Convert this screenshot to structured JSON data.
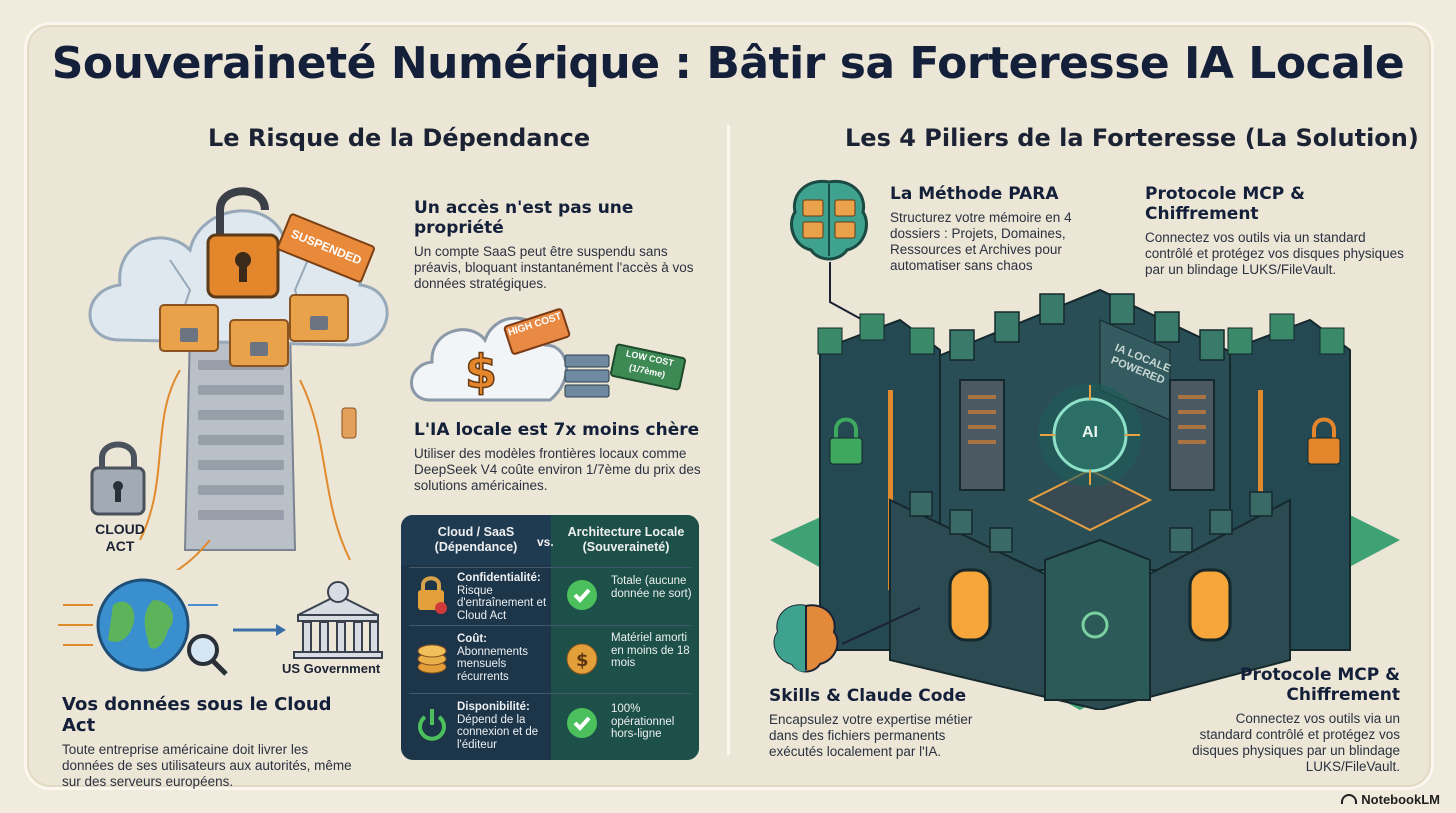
{
  "title": "Souveraineté Numérique : Bâtir sa Forteresse IA Locale",
  "left": {
    "section_title": "Le Risque de la Dépendance",
    "suspended_tag": "SUSPENDED",
    "cloud_act_label": "CLOUD ACT",
    "us_gov_label": "US Government",
    "access": {
      "heading": "Un accès n'est pas une propriété",
      "text": "Un compte SaaS peut être suspendu sans préavis, bloquant instantanément l'accès à vos données stratégiques."
    },
    "high_cost_tag": "HIGH COST",
    "low_cost_tag": "LOW COST (1/7ème)",
    "local_ai": {
      "heading": "L'IA locale est 7x moins chère",
      "text": "Utiliser des modèles frontières locaux comme DeepSeek V4 coûte environ 1/7ème du prix des solutions américaines."
    },
    "cloud_act": {
      "heading": "Vos données sous le Cloud Act",
      "text": "Toute entreprise américaine doit livrer les données de ses utilisateurs aux autorités, même sur des serveurs européens."
    }
  },
  "comparison": {
    "col_left": "Cloud / SaaS (Dépendance)",
    "vs": "vs.",
    "col_right": "Architecture Locale (Souveraineté)",
    "rows": [
      {
        "label": "Confidentialité:",
        "left": "Risque d'entraînement et Cloud Act",
        "right": "Totale (aucune donnée ne sort)"
      },
      {
        "label": "Coût:",
        "left": "Abonnements mensuels récurrents",
        "right": "Matériel amorti en moins de 18 mois"
      },
      {
        "label": "Disponibilité:",
        "left": "Dépend de la connexion et de l'éditeur",
        "right": "100% opérationnel hors-ligne"
      }
    ]
  },
  "right": {
    "section_title": "Les 4 Piliers de la Forteresse (La Solution)",
    "para": {
      "heading": "La Méthode PARA",
      "text": "Structurez votre mémoire en 4 dossiers : Projets, Domaines, Ressources et Archives pour automatiser sans chaos"
    },
    "mcp_top": {
      "heading": "Protocole MCP & Chiffrement",
      "text": "Connectez vos outils via un standard contrôlé et protégez vos disques physiques par un blindage LUKS/FileVault."
    },
    "skills": {
      "heading": "Skills & Claude Code",
      "text": "Encapsulez votre expertise métier dans des fichiers permanents exécutés localement par l'IA."
    },
    "mcp_bottom": {
      "heading": "Protocole MCP & Chiffrement",
      "text": "Connectez vos outils via un standard contrôlé et protégez vos disques physiques par un blindage LUKS/FileVault."
    },
    "banner": "IA LOCALE POWERED",
    "chip": "AI"
  },
  "brand": "NotebookLM",
  "colors": {
    "navy": "#14203a",
    "teal": "#2a5a5f",
    "green": "#3ea85e",
    "orange": "#e8892f",
    "panel": "#1c3549"
  }
}
